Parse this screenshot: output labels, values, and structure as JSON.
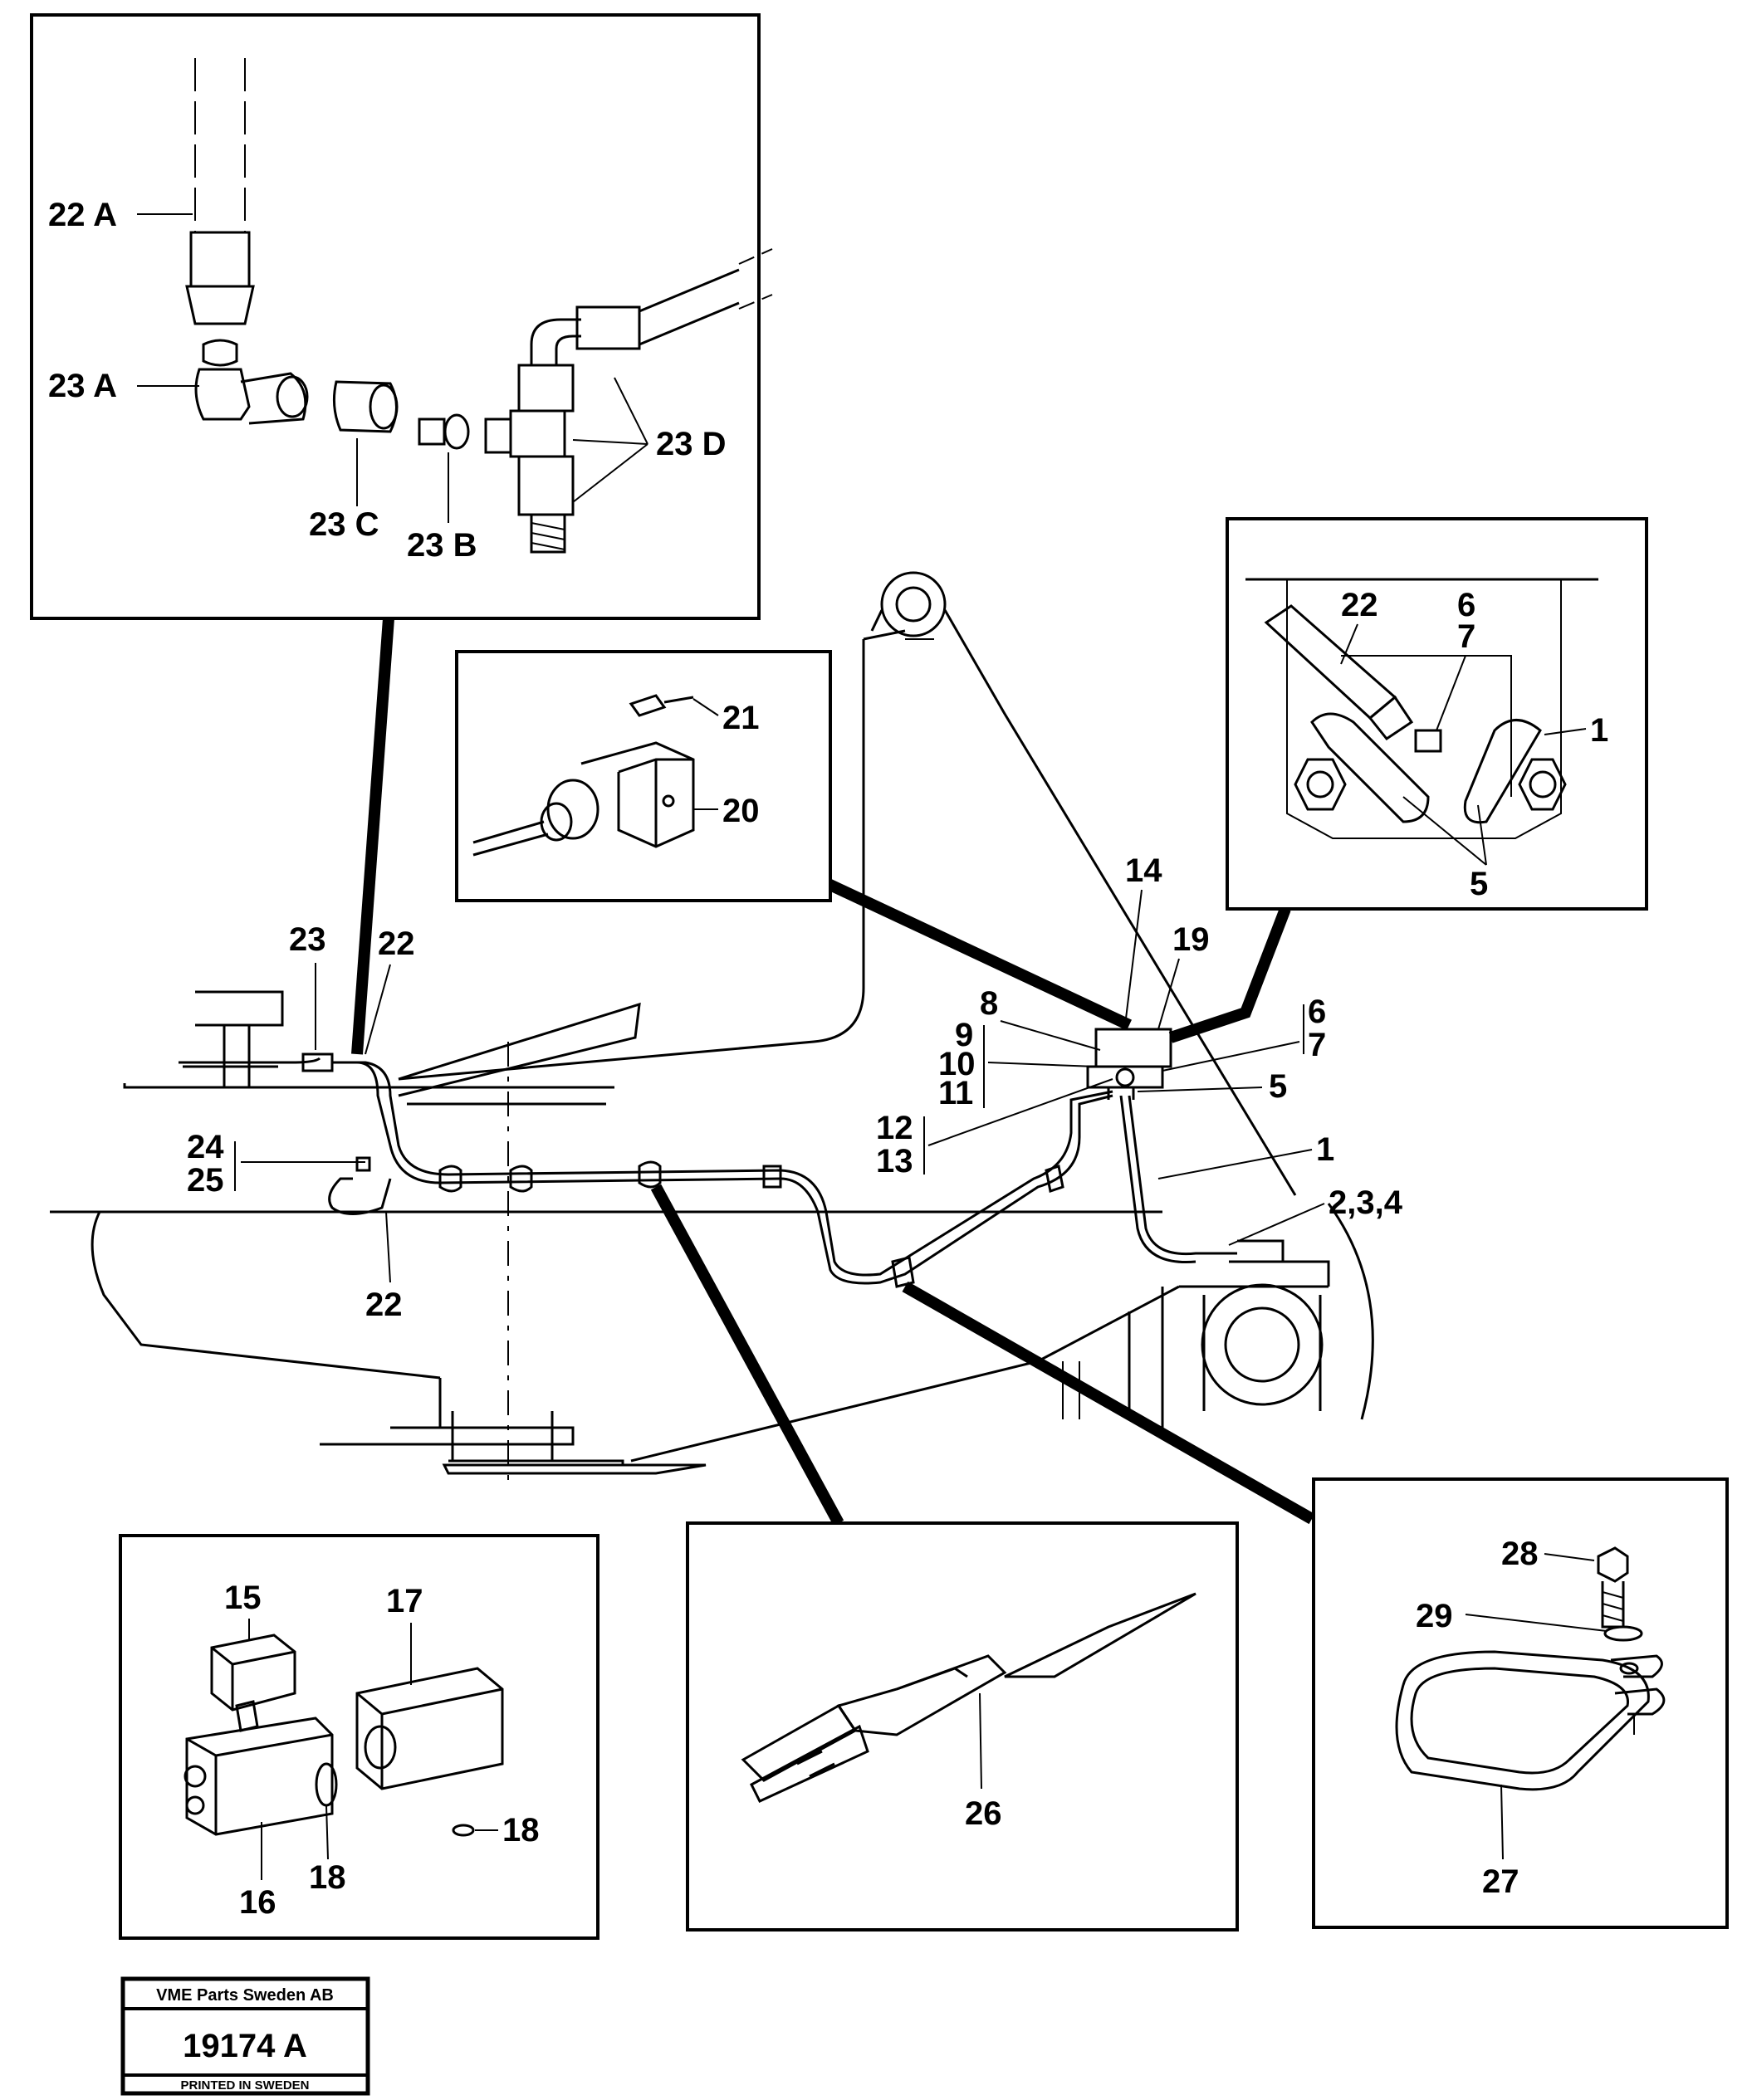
{
  "stamp": {
    "company": "VME Parts Sweden AB",
    "number": "19174 A",
    "printed": "PRINTED IN SWEDEN"
  },
  "detail_hose_fittings": {
    "labels": [
      "22 A",
      "23 A",
      "23 C",
      "23  B",
      "23 D"
    ]
  },
  "detail_connector": {
    "labels": [
      "21",
      "20"
    ]
  },
  "detail_valve_top": {
    "labels": [
      "22",
      "6",
      "7",
      "1",
      "5"
    ]
  },
  "main_assembly": {
    "labels": [
      "23",
      "22",
      "24",
      "25",
      "22",
      "14",
      "19",
      "8",
      "9",
      "10",
      "11",
      "6",
      "7",
      "5",
      "12",
      "13",
      "1",
      "2,3,4"
    ]
  },
  "detail_solenoid": {
    "labels": [
      "15",
      "17",
      "16",
      "18",
      "18"
    ]
  },
  "detail_strap": {
    "labels": [
      "26"
    ]
  },
  "detail_clamp": {
    "labels": [
      "28",
      "29",
      "27"
    ]
  }
}
